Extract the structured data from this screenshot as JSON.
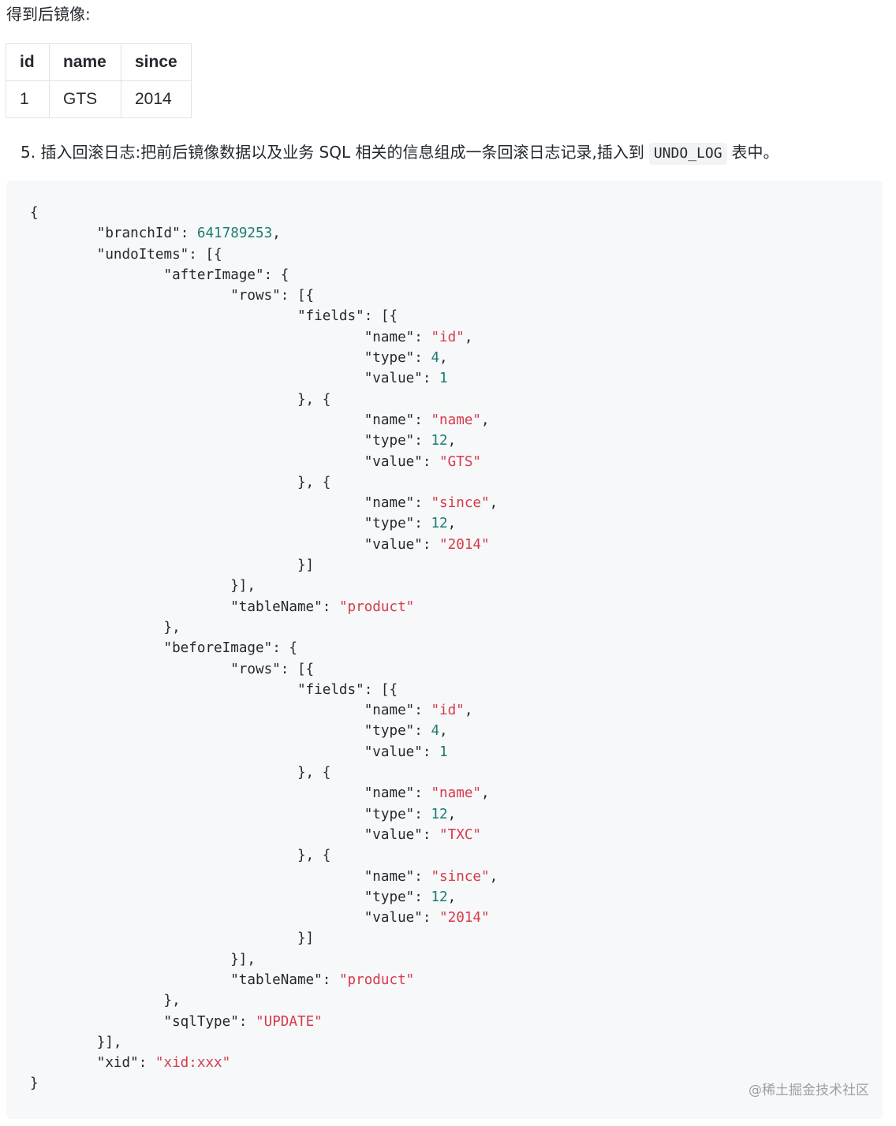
{
  "heading": "得到后镜像:",
  "table": {
    "headers": [
      "id",
      "name",
      "since"
    ],
    "rows": [
      [
        "1",
        "GTS",
        "2014"
      ]
    ]
  },
  "step": {
    "number": "5.",
    "text_before": "插入回滚日志:把前后镜像数据以及业务 SQL 相关的信息组成一条回滚日志记录,插入到",
    "code": "UNDO_LOG",
    "text_after": "表中。"
  },
  "code_lines": [
    [
      {
        "t": "p",
        "v": "{"
      }
    ],
    [
      {
        "t": "p",
        "v": "\t"
      },
      {
        "t": "k",
        "v": "\"branchId\""
      },
      {
        "t": "p",
        "v": ": "
      },
      {
        "t": "n",
        "v": "641789253"
      },
      {
        "t": "p",
        "v": ","
      }
    ],
    [
      {
        "t": "p",
        "v": "\t"
      },
      {
        "t": "k",
        "v": "\"undoItems\""
      },
      {
        "t": "p",
        "v": ": [{"
      }
    ],
    [
      {
        "t": "p",
        "v": "\t\t"
      },
      {
        "t": "k",
        "v": "\"afterImage\""
      },
      {
        "t": "p",
        "v": ": {"
      }
    ],
    [
      {
        "t": "p",
        "v": "\t\t\t"
      },
      {
        "t": "k",
        "v": "\"rows\""
      },
      {
        "t": "p",
        "v": ": [{"
      }
    ],
    [
      {
        "t": "p",
        "v": "\t\t\t\t"
      },
      {
        "t": "k",
        "v": "\"fields\""
      },
      {
        "t": "p",
        "v": ": [{"
      }
    ],
    [
      {
        "t": "p",
        "v": "\t\t\t\t\t"
      },
      {
        "t": "k",
        "v": "\"name\""
      },
      {
        "t": "p",
        "v": ": "
      },
      {
        "t": "s",
        "v": "\"id\""
      },
      {
        "t": "p",
        "v": ","
      }
    ],
    [
      {
        "t": "p",
        "v": "\t\t\t\t\t"
      },
      {
        "t": "k",
        "v": "\"type\""
      },
      {
        "t": "p",
        "v": ": "
      },
      {
        "t": "n",
        "v": "4"
      },
      {
        "t": "p",
        "v": ","
      }
    ],
    [
      {
        "t": "p",
        "v": "\t\t\t\t\t"
      },
      {
        "t": "k",
        "v": "\"value\""
      },
      {
        "t": "p",
        "v": ": "
      },
      {
        "t": "n",
        "v": "1"
      }
    ],
    [
      {
        "t": "p",
        "v": "\t\t\t\t}, {"
      }
    ],
    [
      {
        "t": "p",
        "v": "\t\t\t\t\t"
      },
      {
        "t": "k",
        "v": "\"name\""
      },
      {
        "t": "p",
        "v": ": "
      },
      {
        "t": "s",
        "v": "\"name\""
      },
      {
        "t": "p",
        "v": ","
      }
    ],
    [
      {
        "t": "p",
        "v": "\t\t\t\t\t"
      },
      {
        "t": "k",
        "v": "\"type\""
      },
      {
        "t": "p",
        "v": ": "
      },
      {
        "t": "n",
        "v": "12"
      },
      {
        "t": "p",
        "v": ","
      }
    ],
    [
      {
        "t": "p",
        "v": "\t\t\t\t\t"
      },
      {
        "t": "k",
        "v": "\"value\""
      },
      {
        "t": "p",
        "v": ": "
      },
      {
        "t": "s",
        "v": "\"GTS\""
      }
    ],
    [
      {
        "t": "p",
        "v": "\t\t\t\t}, {"
      }
    ],
    [
      {
        "t": "p",
        "v": "\t\t\t\t\t"
      },
      {
        "t": "k",
        "v": "\"name\""
      },
      {
        "t": "p",
        "v": ": "
      },
      {
        "t": "s",
        "v": "\"since\""
      },
      {
        "t": "p",
        "v": ","
      }
    ],
    [
      {
        "t": "p",
        "v": "\t\t\t\t\t"
      },
      {
        "t": "k",
        "v": "\"type\""
      },
      {
        "t": "p",
        "v": ": "
      },
      {
        "t": "n",
        "v": "12"
      },
      {
        "t": "p",
        "v": ","
      }
    ],
    [
      {
        "t": "p",
        "v": "\t\t\t\t\t"
      },
      {
        "t": "k",
        "v": "\"value\""
      },
      {
        "t": "p",
        "v": ": "
      },
      {
        "t": "s",
        "v": "\"2014\""
      }
    ],
    [
      {
        "t": "p",
        "v": "\t\t\t\t}]"
      }
    ],
    [
      {
        "t": "p",
        "v": "\t\t\t}],"
      }
    ],
    [
      {
        "t": "p",
        "v": "\t\t\t"
      },
      {
        "t": "k",
        "v": "\"tableName\""
      },
      {
        "t": "p",
        "v": ": "
      },
      {
        "t": "s",
        "v": "\"product\""
      }
    ],
    [
      {
        "t": "p",
        "v": "\t\t},"
      }
    ],
    [
      {
        "t": "p",
        "v": "\t\t"
      },
      {
        "t": "k",
        "v": "\"beforeImage\""
      },
      {
        "t": "p",
        "v": ": {"
      }
    ],
    [
      {
        "t": "p",
        "v": "\t\t\t"
      },
      {
        "t": "k",
        "v": "\"rows\""
      },
      {
        "t": "p",
        "v": ": [{"
      }
    ],
    [
      {
        "t": "p",
        "v": "\t\t\t\t"
      },
      {
        "t": "k",
        "v": "\"fields\""
      },
      {
        "t": "p",
        "v": ": [{"
      }
    ],
    [
      {
        "t": "p",
        "v": "\t\t\t\t\t"
      },
      {
        "t": "k",
        "v": "\"name\""
      },
      {
        "t": "p",
        "v": ": "
      },
      {
        "t": "s",
        "v": "\"id\""
      },
      {
        "t": "p",
        "v": ","
      }
    ],
    [
      {
        "t": "p",
        "v": "\t\t\t\t\t"
      },
      {
        "t": "k",
        "v": "\"type\""
      },
      {
        "t": "p",
        "v": ": "
      },
      {
        "t": "n",
        "v": "4"
      },
      {
        "t": "p",
        "v": ","
      }
    ],
    [
      {
        "t": "p",
        "v": "\t\t\t\t\t"
      },
      {
        "t": "k",
        "v": "\"value\""
      },
      {
        "t": "p",
        "v": ": "
      },
      {
        "t": "n",
        "v": "1"
      }
    ],
    [
      {
        "t": "p",
        "v": "\t\t\t\t}, {"
      }
    ],
    [
      {
        "t": "p",
        "v": "\t\t\t\t\t"
      },
      {
        "t": "k",
        "v": "\"name\""
      },
      {
        "t": "p",
        "v": ": "
      },
      {
        "t": "s",
        "v": "\"name\""
      },
      {
        "t": "p",
        "v": ","
      }
    ],
    [
      {
        "t": "p",
        "v": "\t\t\t\t\t"
      },
      {
        "t": "k",
        "v": "\"type\""
      },
      {
        "t": "p",
        "v": ": "
      },
      {
        "t": "n",
        "v": "12"
      },
      {
        "t": "p",
        "v": ","
      }
    ],
    [
      {
        "t": "p",
        "v": "\t\t\t\t\t"
      },
      {
        "t": "k",
        "v": "\"value\""
      },
      {
        "t": "p",
        "v": ": "
      },
      {
        "t": "s",
        "v": "\"TXC\""
      }
    ],
    [
      {
        "t": "p",
        "v": "\t\t\t\t}, {"
      }
    ],
    [
      {
        "t": "p",
        "v": "\t\t\t\t\t"
      },
      {
        "t": "k",
        "v": "\"name\""
      },
      {
        "t": "p",
        "v": ": "
      },
      {
        "t": "s",
        "v": "\"since\""
      },
      {
        "t": "p",
        "v": ","
      }
    ],
    [
      {
        "t": "p",
        "v": "\t\t\t\t\t"
      },
      {
        "t": "k",
        "v": "\"type\""
      },
      {
        "t": "p",
        "v": ": "
      },
      {
        "t": "n",
        "v": "12"
      },
      {
        "t": "p",
        "v": ","
      }
    ],
    [
      {
        "t": "p",
        "v": "\t\t\t\t\t"
      },
      {
        "t": "k",
        "v": "\"value\""
      },
      {
        "t": "p",
        "v": ": "
      },
      {
        "t": "s",
        "v": "\"2014\""
      }
    ],
    [
      {
        "t": "p",
        "v": "\t\t\t\t}]"
      }
    ],
    [
      {
        "t": "p",
        "v": "\t\t\t}],"
      }
    ],
    [
      {
        "t": "p",
        "v": "\t\t\t"
      },
      {
        "t": "k",
        "v": "\"tableName\""
      },
      {
        "t": "p",
        "v": ": "
      },
      {
        "t": "s",
        "v": "\"product\""
      }
    ],
    [
      {
        "t": "p",
        "v": "\t\t},"
      }
    ],
    [
      {
        "t": "p",
        "v": "\t\t"
      },
      {
        "t": "k",
        "v": "\"sqlType\""
      },
      {
        "t": "p",
        "v": ": "
      },
      {
        "t": "s",
        "v": "\"UPDATE\""
      }
    ],
    [
      {
        "t": "p",
        "v": "\t}],"
      }
    ],
    [
      {
        "t": "p",
        "v": "\t"
      },
      {
        "t": "k",
        "v": "\"xid\""
      },
      {
        "t": "p",
        "v": ": "
      },
      {
        "t": "s",
        "v": "\"xid:xxx\""
      }
    ],
    [
      {
        "t": "p",
        "v": "}"
      }
    ]
  ],
  "watermark": "@稀土掘金技术社区",
  "colors": {
    "string": "#d73a49",
    "number": "#1c7c70",
    "code_background": "#f6f8fa",
    "text": "#24292f"
  }
}
